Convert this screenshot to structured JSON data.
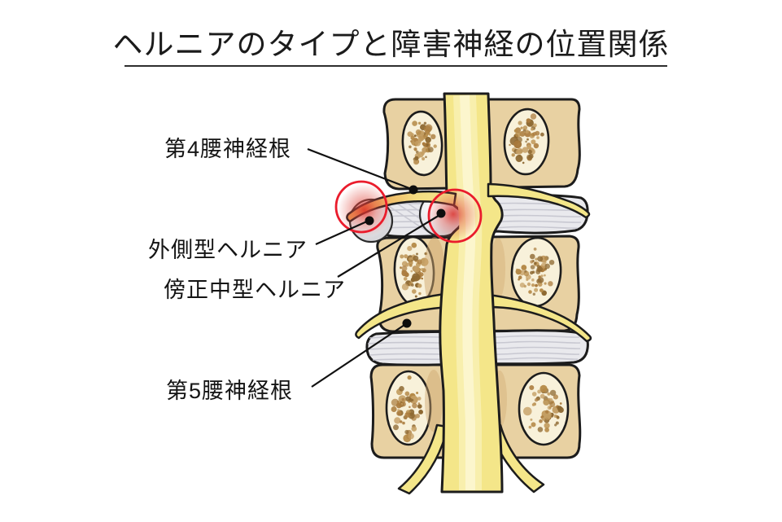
{
  "title": "ヘルニアのタイプと障害神経の位置関係",
  "labels": {
    "l4_nerve_root": "第4腰神経根",
    "lateral_hernia": "外側型ヘルニア",
    "paramedian_hernia": "傍正中型ヘルニア",
    "l5_nerve_root": "第5腰神経根"
  },
  "colors": {
    "text": "#141414",
    "outline": "#1c1c1c",
    "highlight_circle_red": "#ea1c2c",
    "inflammation_red": "#db2e29",
    "vertebra_tan": "#e8d1a2",
    "bone_interior": "#f8f1da",
    "disc_grey": "#e9e9ed",
    "spinal_cord_yellow": "#f4e689",
    "hernia_grey": "#e2e2e6"
  }
}
